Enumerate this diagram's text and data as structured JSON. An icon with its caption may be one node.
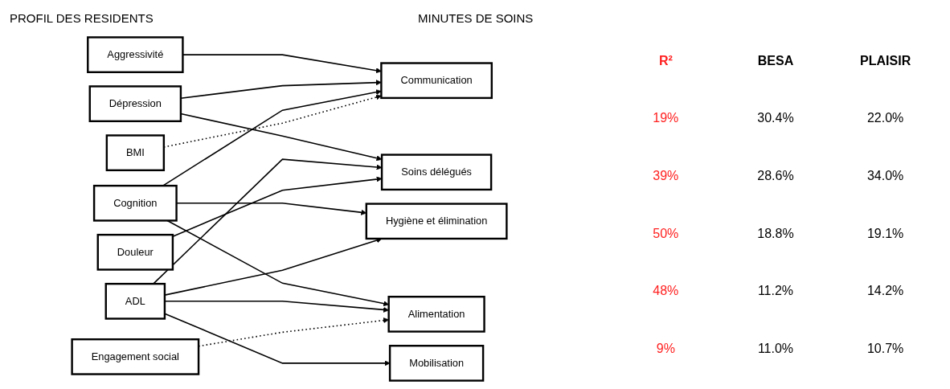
{
  "diagram": {
    "title": "PROFIL DES RESIDENTS",
    "nodes": [
      {
        "text": [
          "Aggressivité"
        ]
      },
      {
        "text": [
          "Dépression"
        ]
      },
      {
        "text": [
          "Cognition"
        ]
      },
      {
        "text": [
          "ADL"
        ]
      },
      {
        "text": [
          "BMI"
        ]
      },
      {
        "text": [
          "Douleur"
        ]
      },
      {
        "text": [
          "Engagement social"
        ]
      },
      {
        "text": [
          "Communication"
        ]
      },
      {
        "text": [
          "Hygiène et élimination"
        ]
      },
      {
        "text": [
          "Mobilisation"
        ]
      },
      {
        "text": [
          "Alimentation"
        ]
      },
      {
        "text": [
          "Soins délégués"
        ]
      }
    ],
    "edges": [
      {
        "from": 0,
        "to": 7,
        "arrow": "to"
      },
      {
        "from": 1,
        "to": 7,
        "arrow": "to"
      },
      {
        "from": 1,
        "to": 11,
        "arrow": "to"
      },
      {
        "from": 2,
        "to": 7,
        "arrow": "to"
      },
      {
        "from": 2,
        "to": 8,
        "arrow": "to"
      },
      {
        "from": 2,
        "to": 10,
        "arrow": "to"
      },
      {
        "from": 3,
        "to": 8,
        "arrow": "to"
      },
      {
        "from": 3,
        "to": 9,
        "arrow": "to"
      },
      {
        "from": 3,
        "to": 10,
        "arrow": "to"
      },
      {
        "from": 3,
        "to": 11,
        "arrow": "to"
      },
      {
        "from": 4,
        "to": 7,
        "arrow": "to",
        "style": "dashed"
      },
      {
        "from": 5,
        "to": 11,
        "arrow": "to"
      },
      {
        "from": 6,
        "to": 10,
        "arrow": "to",
        "style": "dashed"
      }
    ],
    "labels": [
      "MINUTES DE SOINS",
      "R²",
      "BESA",
      "PLAISIR",
      "19%",
      "30.4%",
      "22.0%",
      "39%",
      "28.6%",
      "34.0%",
      "50%",
      "18.8%",
      "19.1%",
      "48%",
      "11.2%",
      "14.2%",
      "9%",
      "11.0%",
      "10.7%"
    ]
  }
}
